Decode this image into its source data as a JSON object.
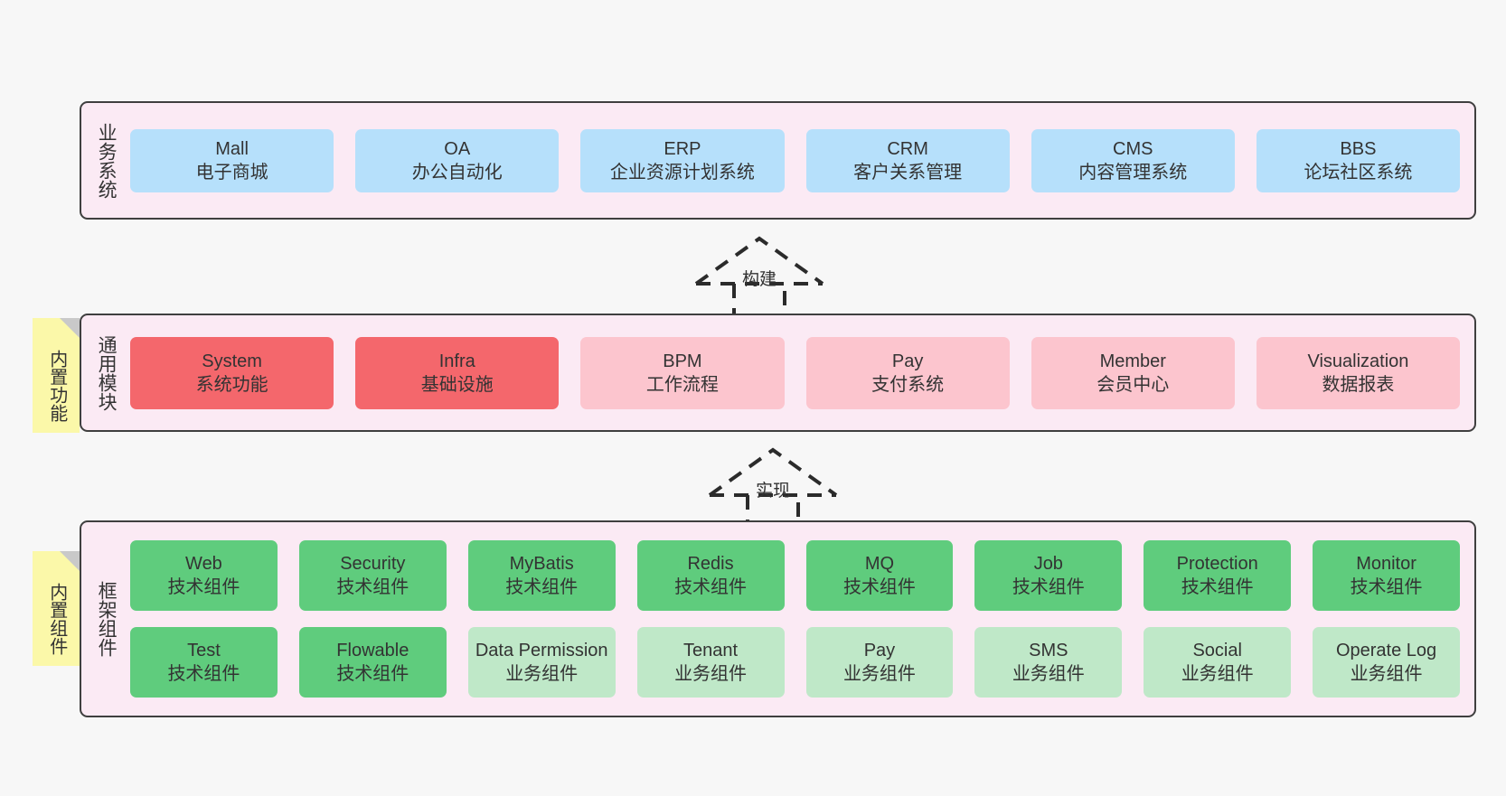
{
  "diagram": {
    "title_hidden": "",
    "colors": {
      "band_background": "#fbeaf4",
      "band_border": "#3f3f3f",
      "business_cell": "#b6e0fb",
      "module_active": "#f4676c",
      "module_inactive": "#fcc5ce",
      "component_tech": "#5fcc7d",
      "component_business": "#bfe8c8",
      "note_background": "#fbf8a9",
      "note_fold": "#c9c9c9",
      "page_background": "#f7f7f7"
    },
    "bands": [
      {
        "id": "business-systems",
        "title": "业务系统",
        "rows": [
          [
            {
              "name": "Mall",
              "sub": "电子商城"
            },
            {
              "name": "OA",
              "sub": "办公自动化"
            },
            {
              "name": "ERP",
              "sub": "企业资源计划系统"
            },
            {
              "name": "CRM",
              "sub": "客户关系管理"
            },
            {
              "name": "CMS",
              "sub": "内容管理系统"
            },
            {
              "name": "BBS",
              "sub": "论坛社区系统"
            }
          ]
        ]
      },
      {
        "id": "common-modules",
        "title": "通用模块",
        "rows": [
          [
            {
              "name": "System",
              "sub": "系统功能",
              "style": "c-red"
            },
            {
              "name": "Infra",
              "sub": "基础设施",
              "style": "c-red"
            },
            {
              "name": "BPM",
              "sub": "工作流程",
              "style": "c-pink"
            },
            {
              "name": "Pay",
              "sub": "支付系统",
              "style": "c-pink"
            },
            {
              "name": "Member",
              "sub": "会员中心",
              "style": "c-pink"
            },
            {
              "name": "Visualization",
              "sub": "数据报表",
              "style": "c-pink"
            }
          ]
        ]
      },
      {
        "id": "framework-components",
        "title": "框架组件",
        "rows": [
          [
            {
              "name": "Web",
              "sub": "技术组件",
              "style": "c-green"
            },
            {
              "name": "Security",
              "sub": "技术组件",
              "style": "c-green"
            },
            {
              "name": "MyBatis",
              "sub": "技术组件",
              "style": "c-green"
            },
            {
              "name": "Redis",
              "sub": "技术组件",
              "style": "c-green"
            },
            {
              "name": "MQ",
              "sub": "技术组件",
              "style": "c-green"
            },
            {
              "name": "Job",
              "sub": "技术组件",
              "style": "c-green"
            },
            {
              "name": "Protection",
              "sub": "技术组件",
              "style": "c-green"
            },
            {
              "name": "Monitor",
              "sub": "技术组件",
              "style": "c-green"
            }
          ],
          [
            {
              "name": "Test",
              "sub": "技术组件",
              "style": "c-green"
            },
            {
              "name": "Flowable",
              "sub": "技术组件",
              "style": "c-green"
            },
            {
              "name": "Data Permission",
              "sub": "业务组件",
              "style": "c-lightgreen"
            },
            {
              "name": "Tenant",
              "sub": "业务组件",
              "style": "c-lightgreen"
            },
            {
              "name": "Pay",
              "sub": "业务组件",
              "style": "c-lightgreen"
            },
            {
              "name": "SMS",
              "sub": "业务组件",
              "style": "c-lightgreen"
            },
            {
              "name": "Social",
              "sub": "业务组件",
              "style": "c-lightgreen"
            },
            {
              "name": "Operate Log",
              "sub": "业务组件",
              "style": "c-lightgreen"
            }
          ]
        ]
      }
    ],
    "notes": [
      {
        "id": "built-in-functions",
        "text": "内置功能"
      },
      {
        "id": "built-in-components",
        "text": "内置组件"
      }
    ],
    "connectors": [
      {
        "id": "build",
        "label": "构建",
        "from": "common-modules",
        "to": "business-systems",
        "style": "dashed-hollow-arrow-up"
      },
      {
        "id": "implement",
        "label": "实现",
        "from": "framework-components",
        "to": "common-modules",
        "style": "dashed-hollow-arrow-up"
      }
    ]
  }
}
